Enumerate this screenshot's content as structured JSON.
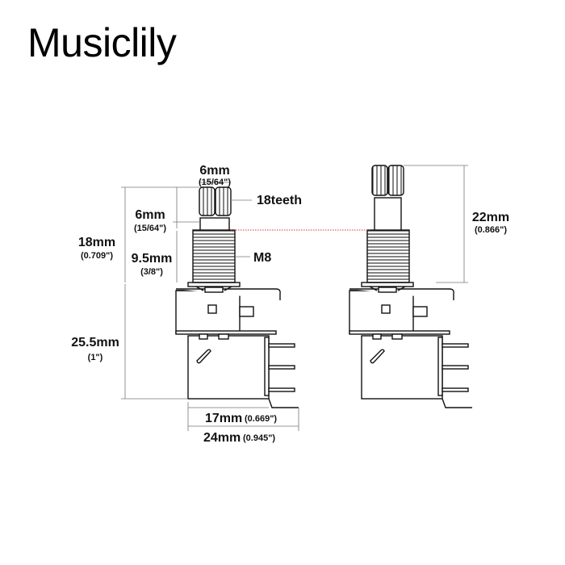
{
  "brand": "Musiclily",
  "dimensions": {
    "shaft_diameter": {
      "value": "6mm",
      "inch": "(15/64\")"
    },
    "shaft_length": {
      "value": "6mm",
      "inch": "(15/64\")"
    },
    "knurl": "18teeth",
    "thread": "M8",
    "bushing_length": {
      "value": "9.5mm",
      "inch": "(3/8\")"
    },
    "total_shaft": {
      "value": "18mm",
      "inch": "(0.709\")"
    },
    "body_height": {
      "value": "25.5mm",
      "inch": "(1\")"
    },
    "body_width": {
      "value": "17mm",
      "inch": "(0.669\")"
    },
    "total_width": {
      "value": "24mm",
      "inch": "(0.945\")"
    },
    "pulled_shaft": {
      "value": "22mm",
      "inch": "(0.866\")"
    }
  },
  "colors": {
    "guide_line": "#e0303a"
  }
}
